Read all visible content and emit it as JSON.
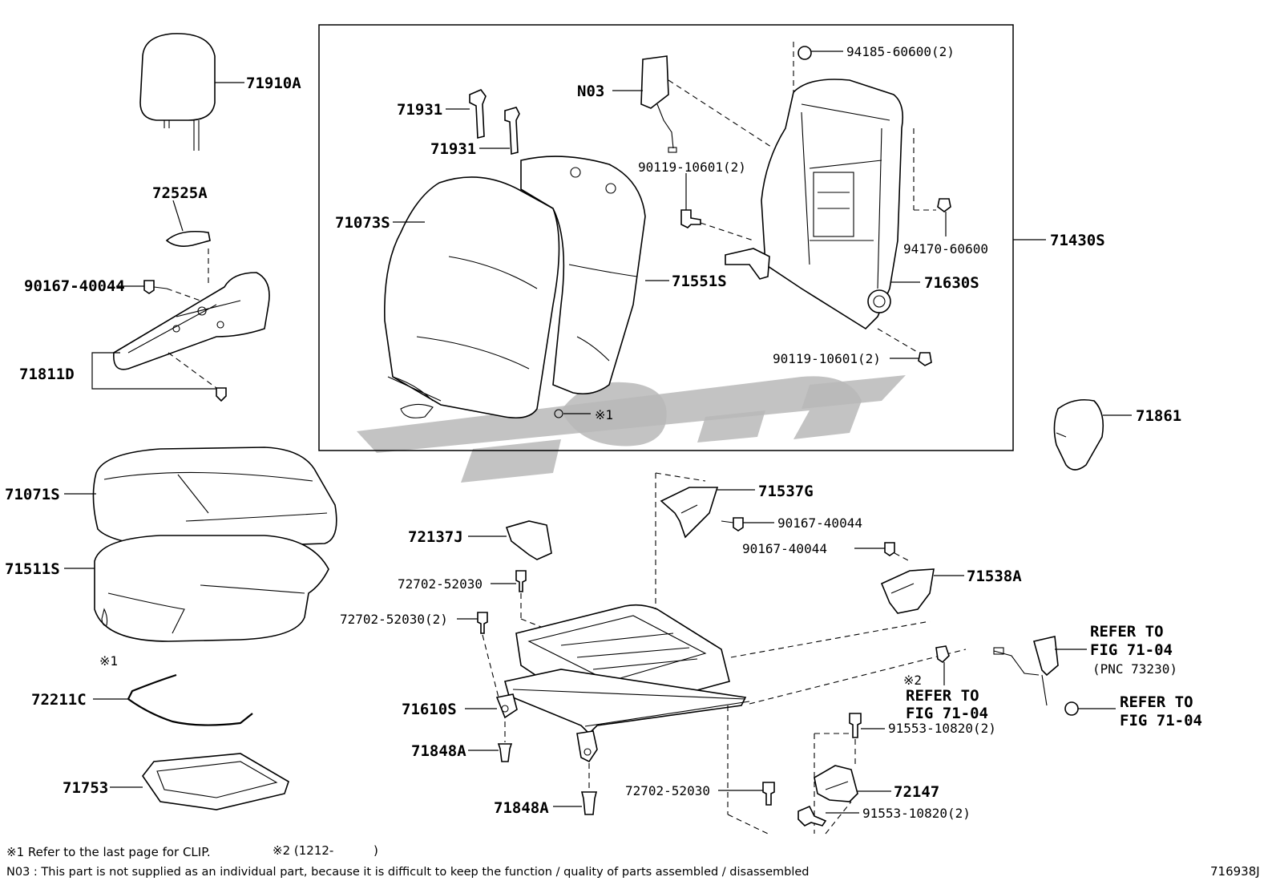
{
  "labels": {
    "p71910A": "71910A",
    "p72525A": "72525A",
    "p90167_40044_a": "90167-40044",
    "p71811D": "71811D",
    "p71071S": "71071S",
    "p71511S": "71511S",
    "clip_mark_left": "※1",
    "p72211C": "72211C",
    "p71753": "71753",
    "p71931_a": "71931",
    "p71931_b": "71931",
    "p71073S": "71073S",
    "p71551S": "71551S",
    "clip_mark_center": "※1",
    "pN03": "N03",
    "p94185": "94185-60600(2)",
    "p90119_a": "90119-10601(2)",
    "p94170": "94170-60600",
    "p71430S": "71430S",
    "p71630S": "71630S",
    "p90119_b": "90119-10601(2)",
    "p71861": "71861",
    "p71537G": "71537G",
    "p90167_40044_b": "90167-40044",
    "p90167_40044_c": "90167-40044",
    "p71538A": "71538A",
    "p72137J": "72137J",
    "p72702_a": "72702-52030",
    "p72702_b": "72702-52030(2)",
    "p71610S": "71610S",
    "p71848A_a": "71848A",
    "p71848A_b": "71848A",
    "p72702_c": "72702-52030",
    "p72147": "72147",
    "p91553_a": "91553-10820(2)",
    "p91553_b": "91553-10820(2)",
    "refer_mark": "※2",
    "refer1_line1": "REFER TO",
    "refer1_line2": "FIG 71-04",
    "refer2_line1": "REFER TO",
    "refer2_line2": "FIG 71-04",
    "refer2_line3": "(PNC 73230)",
    "refer3_line1": "REFER TO",
    "refer3_line2": "FIG 71-04"
  },
  "notes": {
    "clip_note": "※1 Refer to the last page for CLIP.",
    "date_note": "※2 (1212-",
    "date_note_close": ")",
    "n03_note": "N03 : This part is not supplied as an individual part, because it is difficult to keep the function / quality of parts assembled / disassembled",
    "figure_code": "716938J"
  },
  "watermark": {
    "text": "تاپ کی",
    "color": "#b9b9b9"
  },
  "colors": {
    "line": "#000000",
    "background": "#ffffff"
  }
}
